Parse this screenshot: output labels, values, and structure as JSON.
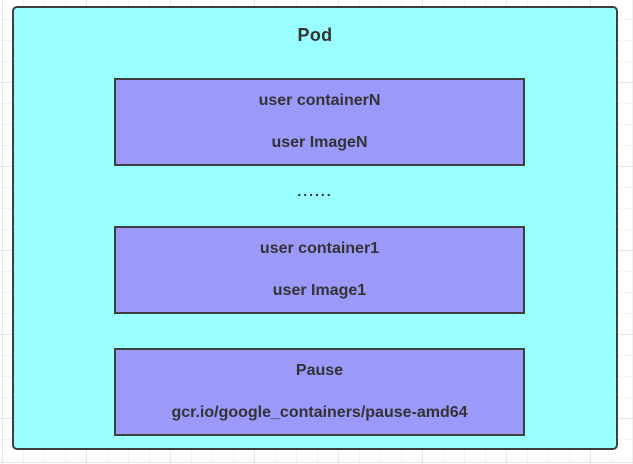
{
  "diagram": {
    "title": "Pod",
    "ellipsis": "......",
    "containers": [
      {
        "name": "user containerN",
        "image": "user ImageN"
      },
      {
        "name": "user container1",
        "image": "user Image1"
      },
      {
        "name": "Pause",
        "image": "gcr.io/google_containers/pause-amd64"
      }
    ]
  },
  "colors": {
    "pod_fill": "#99ffff",
    "container_fill": "#9b99fa",
    "border": "#3f3f3f",
    "text": "#333333",
    "grid_minor": "#f2f2f2",
    "grid_major": "#e5e5e5",
    "canvas_bg": "#ffffff"
  }
}
